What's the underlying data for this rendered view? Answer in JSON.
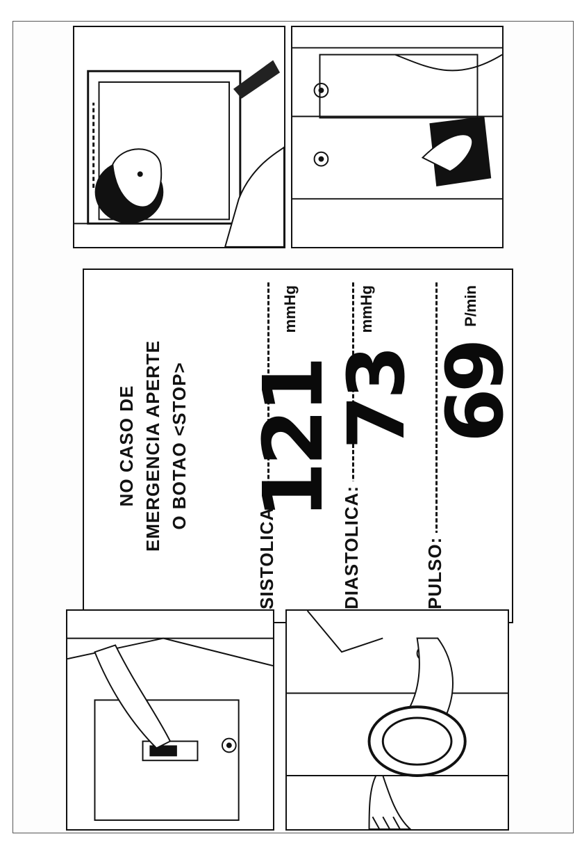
{
  "instructions": {
    "line1": "NO CASO DE",
    "line2": "EMERGENCIA APERTE",
    "line3": "O BOTAO <STOP>"
  },
  "readings": {
    "systolic": {
      "label": "SISTOLICA:",
      "value": "121",
      "unit": "mmHg"
    },
    "diastolic": {
      "label": "DIASTOLICA:",
      "value": "73",
      "unit": "mmHg"
    },
    "pulse": {
      "label": "PULSO:",
      "value": "69",
      "unit": "P/min"
    }
  },
  "icons": [
    "hand-inserting-card-icon",
    "person-at-cuff-icon",
    "hand-taking-receipt-icon",
    "arm-in-cuff-icon",
    "machine-button-icon"
  ]
}
